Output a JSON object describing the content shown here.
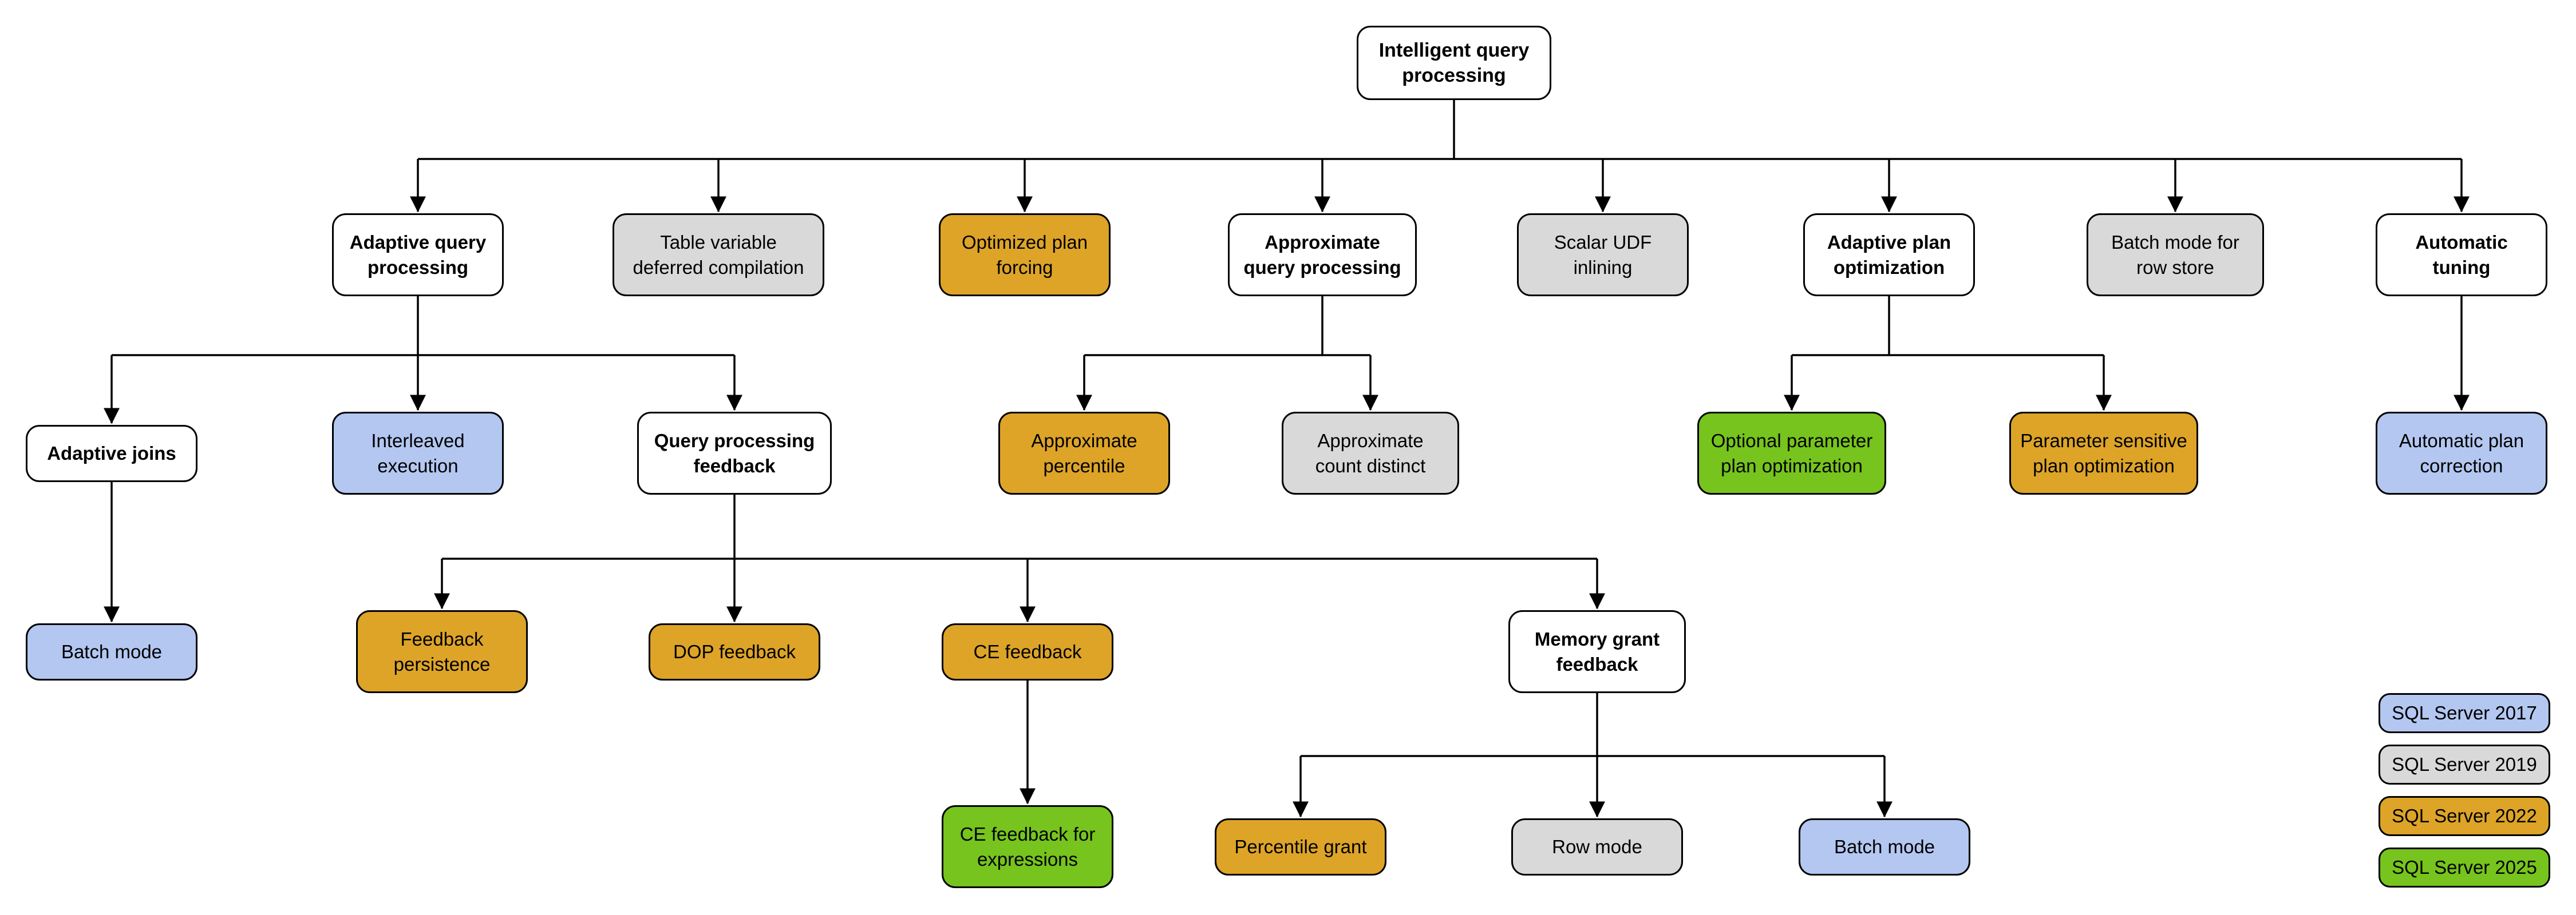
{
  "diagram_title": "Intelligent query processing",
  "colors": {
    "v2017": "#B3C7F1",
    "v2019": "#D9D9D9",
    "v2022": "#DDA428",
    "v2025": "#76C41D",
    "plain": "#FFFFFF",
    "line": "#000000"
  },
  "nodes": {
    "root": {
      "label": "Intelligent query\nprocessing",
      "version": null,
      "parent": null
    },
    "aqp": {
      "label": "Adaptive query\nprocessing",
      "version": null,
      "parent": "root"
    },
    "tvdc": {
      "label": "Table variable\ndeferred compilation",
      "version": "SQL Server 2019",
      "parent": "root"
    },
    "opf": {
      "label": "Optimized plan\nforcing",
      "version": "SQL Server 2022",
      "parent": "root"
    },
    "appqp": {
      "label": "Approximate\nquery processing",
      "version": null,
      "parent": "root"
    },
    "sudf": {
      "label": "Scalar UDF\ninlining",
      "version": "SQL Server 2019",
      "parent": "root"
    },
    "apo": {
      "label": "Adaptive plan\noptimization",
      "version": null,
      "parent": "root"
    },
    "bmrs": {
      "label": "Batch mode for\nrow store",
      "version": "SQL Server 2019",
      "parent": "root"
    },
    "at": {
      "label": "Automatic\ntuning",
      "version": null,
      "parent": "root"
    },
    "aj": {
      "label": "Adaptive joins",
      "version": null,
      "parent": "aqp"
    },
    "ie": {
      "label": "Interleaved\nexecution",
      "version": "SQL Server 2017",
      "parent": "aqp"
    },
    "qpf": {
      "label": "Query processing\nfeedback",
      "version": null,
      "parent": "aqp"
    },
    "apct": {
      "label": "Approximate\npercentile",
      "version": "SQL Server 2022",
      "parent": "appqp"
    },
    "acd": {
      "label": "Approximate\ncount distinct",
      "version": "SQL Server 2019",
      "parent": "appqp"
    },
    "oppo": {
      "label": "Optional parameter\nplan optimization",
      "version": "SQL Server 2025",
      "parent": "apo"
    },
    "pspo": {
      "label": "Parameter sensitive\nplan optimization",
      "version": "SQL Server 2022",
      "parent": "apo"
    },
    "apc": {
      "label": "Automatic plan\ncorrection",
      "version": "SQL Server 2017",
      "parent": "at"
    },
    "bm1": {
      "label": "Batch mode",
      "version": "SQL Server 2017",
      "parent": "aj"
    },
    "fp": {
      "label": "Feedback\npersistence",
      "version": "SQL Server 2022",
      "parent": "qpf"
    },
    "dopf": {
      "label": "DOP feedback",
      "version": "SQL Server 2022",
      "parent": "qpf"
    },
    "cef": {
      "label": "CE feedback",
      "version": "SQL Server 2022",
      "parent": "qpf"
    },
    "mgf": {
      "label": "Memory grant\nfeedback",
      "version": null,
      "parent": "qpf"
    },
    "cefe": {
      "label": "CE feedback for\nexpressions",
      "version": "SQL Server 2025",
      "parent": "cef"
    },
    "pg": {
      "label": "Percentile grant",
      "version": "SQL Server 2022",
      "parent": "mgf"
    },
    "rm": {
      "label": "Row mode",
      "version": "SQL Server 2019",
      "parent": "mgf"
    },
    "bm2": {
      "label": "Batch mode",
      "version": "SQL Server 2017",
      "parent": "mgf"
    }
  },
  "legend": {
    "items": [
      {
        "label": "SQL Server 2017",
        "color_key": "v2017"
      },
      {
        "label": "SQL Server 2019",
        "color_key": "v2019"
      },
      {
        "label": "SQL Server 2022",
        "color_key": "v2022"
      },
      {
        "label": "SQL Server 2025",
        "color_key": "v2025"
      }
    ]
  }
}
